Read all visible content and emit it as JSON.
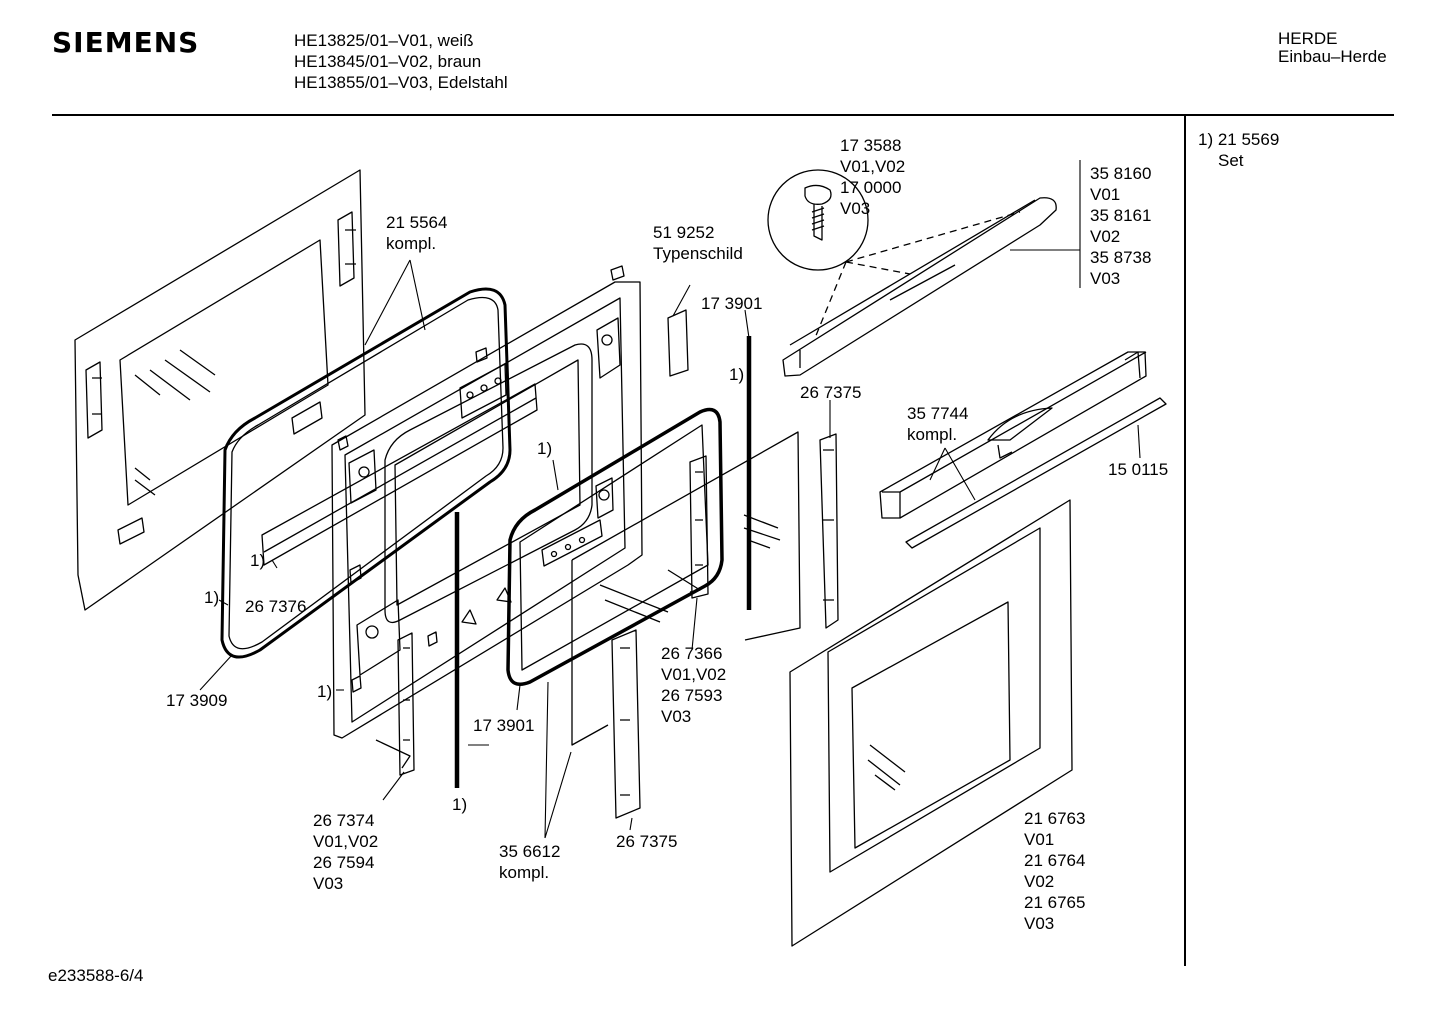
{
  "header": {
    "brand": "SIEMENS",
    "models": [
      "HE13825/01–V01, weiß",
      "HE13845/01–V02, braun",
      "HE13855/01–V03, Edelstahl"
    ],
    "category": "HERDE",
    "subcategory": "Einbau–Herde"
  },
  "footnote": {
    "ref": "1) 21 5569",
    "text": "Set"
  },
  "doc_id": "e233588-6/4",
  "labels": {
    "p215564": [
      "21 5564",
      "kompl."
    ],
    "p519252": [
      "51 9252",
      "Typenschild"
    ],
    "p173588": [
      "17 3588",
      "V01,V02",
      "17 0000",
      "V03"
    ],
    "p358160": [
      "35 8160",
      "V01",
      "35 8161",
      "V02",
      "35 8738",
      "V03"
    ],
    "p173901a": [
      "17 3901"
    ],
    "ref1_a": "1)",
    "p267375a": [
      "26 7375"
    ],
    "p357744": [
      "35 7744",
      "kompl."
    ],
    "p150115": [
      "15 0115"
    ],
    "ref1_b": "1)",
    "ref1_c": "1)",
    "p267376": [
      "26 7376"
    ],
    "ref1_d": "1)",
    "p173909": [
      "17 3909"
    ],
    "ref1_e": "1)",
    "p267366": [
      "26 7366",
      "V01,V02",
      "26 7593",
      "V03"
    ],
    "p173901b": [
      "17 3901"
    ],
    "ref1_f": "1)",
    "p267374": [
      "26 7374",
      "V01,V02",
      "26 7594",
      "V03"
    ],
    "p356612": [
      "35 6612",
      "kompl."
    ],
    "p267375b": [
      "26 7375"
    ],
    "p216763": [
      "21 6763",
      "V01",
      "21 6764",
      "V02",
      "21 6765",
      "V03"
    ]
  }
}
